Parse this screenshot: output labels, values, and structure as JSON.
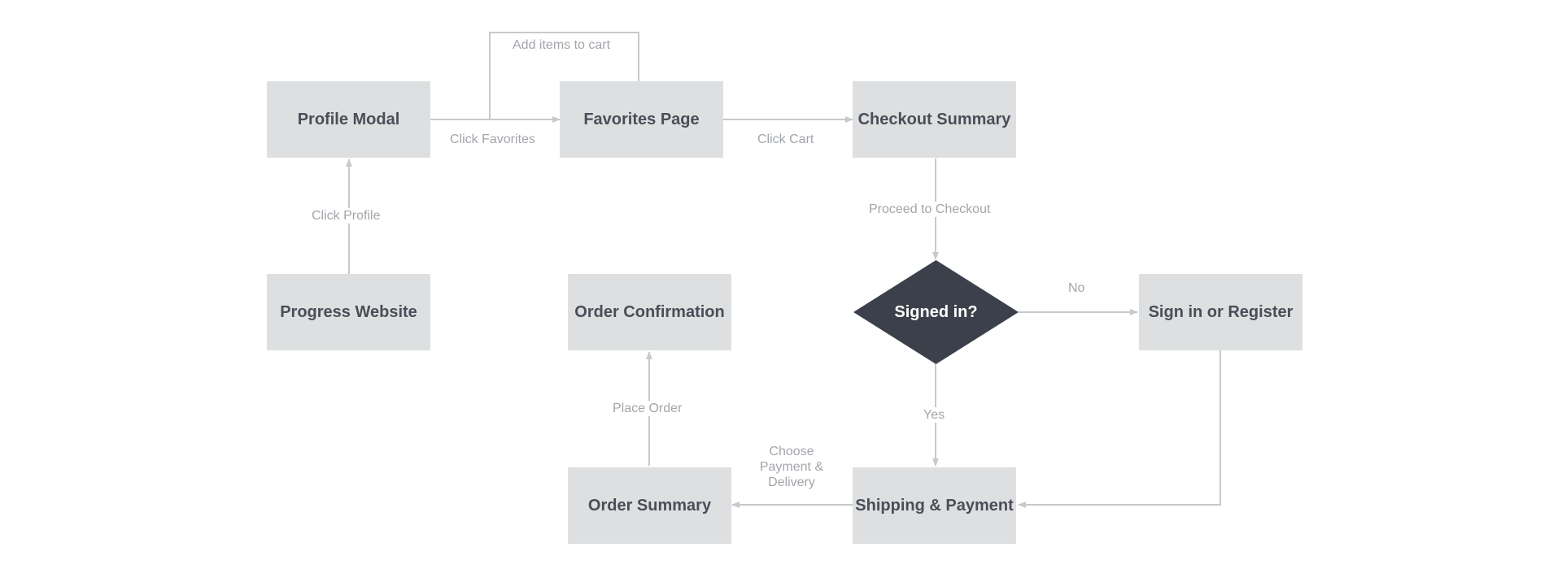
{
  "nodes": {
    "profile_modal": "Profile Modal",
    "favorites_page": "Favorites Page",
    "checkout_summary": "Checkout Summary",
    "progress_website": "Progress Website",
    "order_confirmation": "Order Confirmation",
    "signed_in": "Signed in?",
    "sign_in_register": "Sign in or Register",
    "order_summary": "Order Summary",
    "shipping_payment": "Shipping & Payment"
  },
  "edges": {
    "add_items": "Add items to cart",
    "click_favorites": "Click Favorites",
    "click_cart": "Click Cart",
    "click_profile": "Click Profile",
    "proceed_checkout": "Proceed to Checkout",
    "no": "No",
    "yes": "Yes",
    "place_order": "Place Order",
    "choose_payment": "Choose Payment & Delivery"
  },
  "colors": {
    "node_fill": "#dedfe1",
    "decision_fill": "#3b404a",
    "connector": "#c8c9cc",
    "label_text": "#a2a5aa",
    "node_text": "#4a4e57"
  }
}
